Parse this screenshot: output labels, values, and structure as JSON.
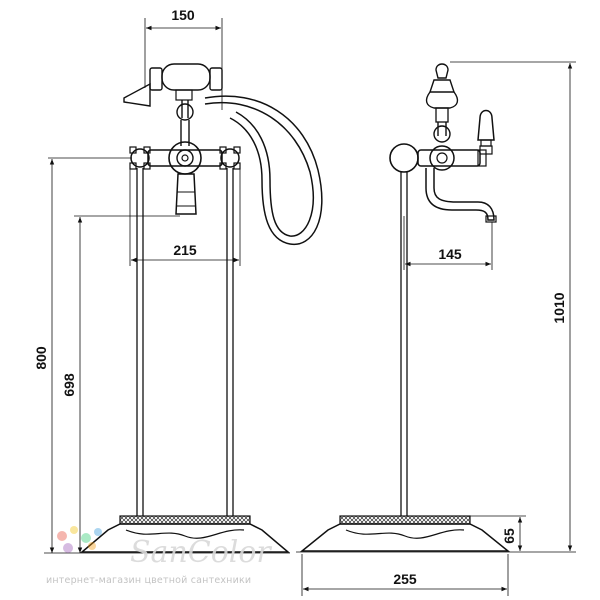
{
  "dimensions": {
    "handshower_offset": "150",
    "valve_width": "215",
    "front_height": "800",
    "spout_height": "698",
    "spout_reach": "145",
    "total_height": "1010",
    "base_height": "65",
    "base_width": "255"
  },
  "watermark": {
    "brand": "SanColor",
    "tagline": "интернет-магазин цветной сантехники",
    "dot_colors": [
      "#e74c3c",
      "#f1c40f",
      "#2ecc71",
      "#3498db",
      "#9b59b6",
      "#f39c12"
    ]
  },
  "colors": {
    "line": "#111111",
    "watermark_text": "#d9d9d9"
  }
}
